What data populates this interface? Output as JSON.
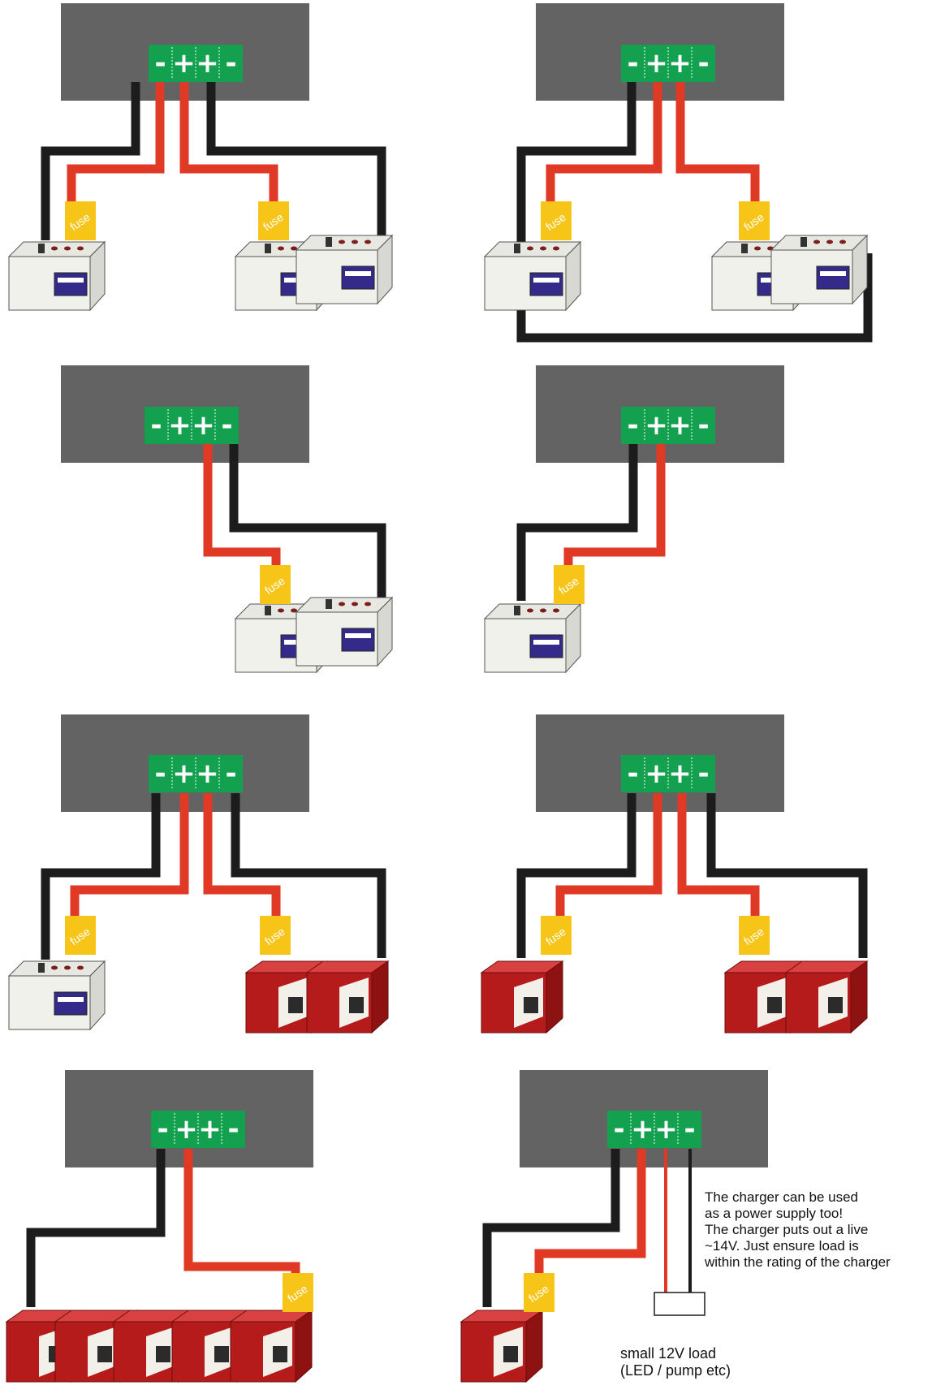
{
  "labels": {
    "fuse": "fuse",
    "terminal_minus": "-",
    "terminal_plus": "+"
  },
  "note": {
    "text": "The charger can be used\nas a power supply too!\nThe charger puts out a live\n~14V. Just ensure load is\nwithin the rating of the charger"
  },
  "load_label": "small 12V load\n(LED / pump etc)",
  "colors": {
    "charger_body": "#636363",
    "terminal_block": "#13a14f",
    "wire_positive": "#e03a27",
    "wire_negative": "#1c1c1c",
    "fuse": "#f7c418",
    "battery_lead_acid": "#f1f1ec",
    "battery_label": "#332a8a",
    "battery_lithium": "#b51b1b"
  },
  "panels": [
    {
      "id": "p1",
      "charger_terminals": [
        "-",
        "+",
        "+",
        "-"
      ],
      "batteries": [
        "lead-acid",
        "lead-acid",
        "lead-acid"
      ],
      "fuses": 2
    },
    {
      "id": "p2",
      "charger_terminals": [
        "-",
        "+",
        "+",
        "-"
      ],
      "batteries": [
        "lead-acid",
        "lead-acid",
        "lead-acid"
      ],
      "fuses": 2
    },
    {
      "id": "p3",
      "charger_terminals": [
        "-",
        "+",
        "+",
        "-"
      ],
      "batteries": [
        "lead-acid",
        "lead-acid"
      ],
      "fuses": 1
    },
    {
      "id": "p4",
      "charger_terminals": [
        "-",
        "+",
        "+",
        "-"
      ],
      "batteries": [
        "lead-acid"
      ],
      "fuses": 1
    },
    {
      "id": "p5",
      "charger_terminals": [
        "-",
        "+",
        "+",
        "-"
      ],
      "batteries": [
        "lead-acid",
        "lithium",
        "lithium"
      ],
      "fuses": 2
    },
    {
      "id": "p6",
      "charger_terminals": [
        "-",
        "+",
        "+",
        "-"
      ],
      "batteries": [
        "lithium",
        "lithium",
        "lithium"
      ],
      "fuses": 2
    },
    {
      "id": "p7",
      "charger_terminals": [
        "-",
        "+",
        "+",
        "-"
      ],
      "batteries": [
        "lithium",
        "lithium",
        "lithium",
        "lithium",
        "lithium"
      ],
      "fuses": 1
    },
    {
      "id": "p8",
      "charger_terminals": [
        "-",
        "+",
        "+",
        "-"
      ],
      "batteries": [
        "lithium"
      ],
      "fuses": 1,
      "load": true
    }
  ]
}
